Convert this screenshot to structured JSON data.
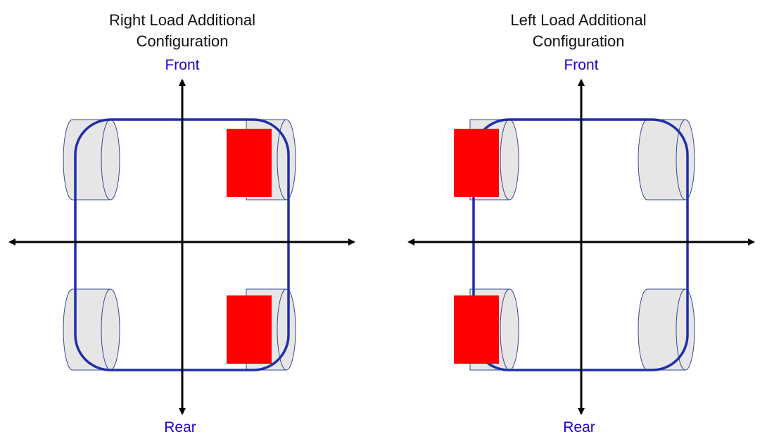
{
  "colors": {
    "frame": "#1f2fa8",
    "load": "#ff0000",
    "wheel_fill": "#e6e6e6",
    "wheel_stroke": "#3a4a8a",
    "axis": "#000000",
    "direction_text": "#2200cc"
  },
  "diagrams": [
    {
      "title_line1": "Right Load Additional",
      "title_line2": "Configuration",
      "front_label": "Front",
      "rear_label": "Rear",
      "load_side": "right"
    },
    {
      "title_line1": "Left Load Additional",
      "title_line2": "Configuration",
      "front_label": "Front",
      "rear_label": "Rear",
      "load_side": "left"
    }
  ]
}
